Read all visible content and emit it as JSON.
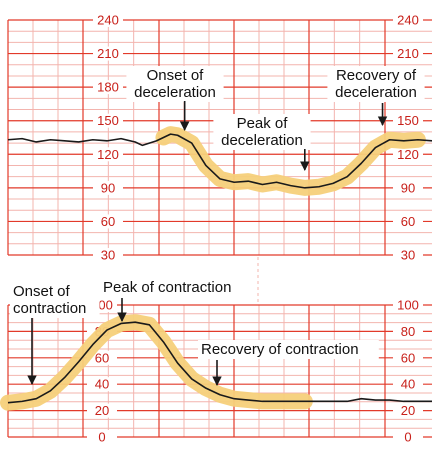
{
  "chart_data": [
    {
      "type": "line",
      "title": "",
      "xlabel": "",
      "ylabel": "",
      "ylim": [
        30,
        240
      ],
      "yticks": [
        30,
        60,
        90,
        120,
        150,
        180,
        210,
        240
      ],
      "grid": true,
      "xlim": [
        0,
        30
      ],
      "series": [
        {
          "x": [
            0,
            1,
            2,
            3,
            4,
            5,
            6,
            7,
            8,
            9,
            9.5,
            10,
            10.5,
            11,
            11.5,
            12,
            13,
            14,
            15,
            16,
            17,
            18,
            19,
            20,
            21,
            22,
            23,
            24,
            25,
            26,
            27,
            28,
            29,
            30
          ],
          "values": [
            133,
            134,
            131,
            133,
            132,
            131,
            133,
            132,
            134,
            131,
            128,
            130,
            132,
            135,
            138,
            137,
            130,
            110,
            98,
            95,
            96,
            93,
            95,
            92,
            90,
            91,
            94,
            100,
            112,
            126,
            133,
            132,
            133,
            132
          ]
        }
      ],
      "annotations": [
        {
          "text": [
            "Onset of",
            "deceleration"
          ],
          "x": 12.5,
          "y": 137
        },
        {
          "text": [
            "Peak of",
            "deceleration"
          ],
          "x": 21,
          "y": 96
        },
        {
          "text": [
            "Recovery of",
            "deceleration"
          ],
          "x": 26.5,
          "y": 134
        }
      ]
    },
    {
      "type": "line",
      "title": "",
      "xlabel": "",
      "ylabel": "",
      "ylim": [
        0,
        100
      ],
      "yticks": [
        0,
        20,
        40,
        60,
        80,
        100
      ],
      "grid": true,
      "xlim": [
        0,
        30
      ],
      "series": [
        {
          "x": [
            0,
            1,
            2,
            3,
            4,
            5,
            6,
            7,
            8,
            9,
            10,
            11,
            12,
            13,
            14,
            15,
            16,
            17,
            18,
            19,
            20,
            21,
            22,
            23,
            24,
            25,
            26,
            27,
            28,
            29,
            30
          ],
          "values": [
            26,
            27,
            29,
            35,
            45,
            57,
            70,
            81,
            86,
            87,
            85,
            72,
            56,
            44,
            37,
            32,
            29,
            28,
            27,
            27,
            27,
            27,
            27,
            27,
            27,
            29,
            28,
            28,
            27,
            27,
            27
          ]
        }
      ],
      "annotations": [
        {
          "text": [
            "Onset of",
            "contraction"
          ],
          "x": 1.6,
          "y": 29
        },
        {
          "text": [
            "Peak of contraction"
          ],
          "x": 8.5,
          "y": 86
        },
        {
          "text": [
            "Recovery of contraction"
          ],
          "x": 15.5,
          "y": 31
        }
      ]
    }
  ],
  "colors": {
    "grid_major": "#e23a2a",
    "grid_minor": "#f3b4ae",
    "tick_text": "#c8201a",
    "highlight": "#f6d07a",
    "trace": "#1a1a1a"
  }
}
